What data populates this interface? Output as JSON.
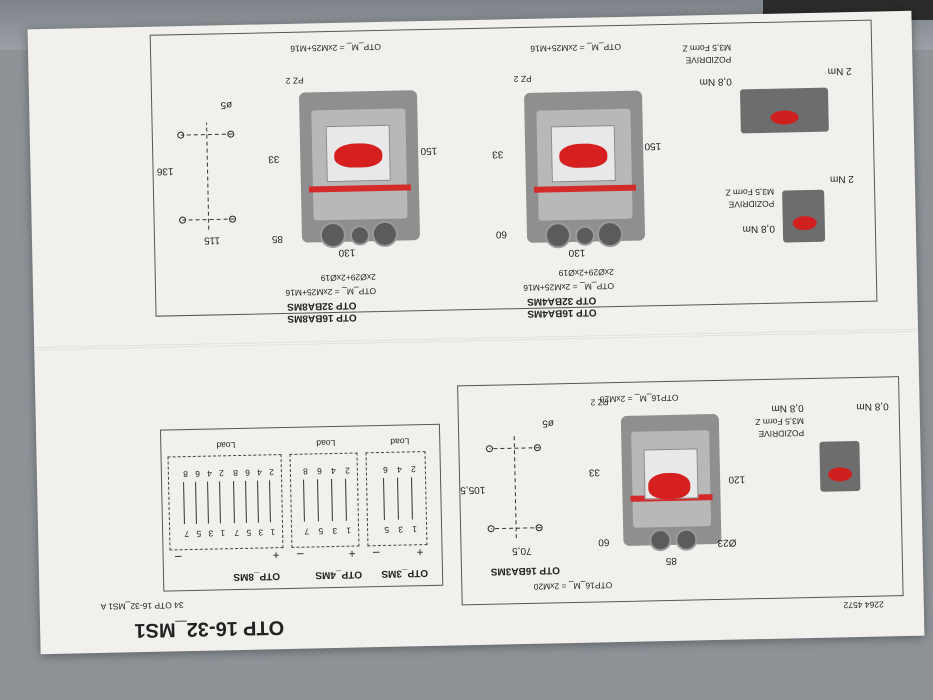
{
  "header": {
    "title": "OTP 16-32_MS1",
    "subtitle": "34 OTP 16-32_MS1 A",
    "doc_number": "2264 4572"
  },
  "section_16ba3ms": {
    "label": "OTP 16BA3MS",
    "cable_top": "OTP16_M_ = 2xM20",
    "cable_bottom": "OTP16_M_ = 2xM20",
    "tool_pz": "PZ 2",
    "hole_d": "ø5",
    "dim_120": "120",
    "dim_105_5": "105,5",
    "dim_70_5": "70,5",
    "dim_33": "33",
    "dim_60": "60",
    "dim_85": "85",
    "dim_o23": "Ø23",
    "torque_1": "0,8 Nm",
    "torque_2": "0,8 Nm",
    "pozidrive": [
      "POZIDRIVE",
      "M3,5  Form Z"
    ]
  },
  "section_wiring": {
    "labels": [
      "OTP_3MS",
      "OTP_4MS",
      "OTP_8MS"
    ],
    "load": "Load",
    "plus": "+",
    "minus": "–",
    "terminals_3ms": [
      "1",
      "3",
      "5",
      "2",
      "4",
      "6"
    ],
    "terminals_4ms": [
      "1",
      "3",
      "5",
      "7",
      "2",
      "4",
      "6",
      "8"
    ],
    "terminals_8ms": [
      "1",
      "3",
      "5",
      "7",
      "1",
      "3",
      "5",
      "7",
      "2",
      "4",
      "6",
      "8",
      "2",
      "4",
      "6",
      "8"
    ]
  },
  "section_16_32ba4ms": {
    "label_a": "OTP 16BA4MS",
    "label_b": "OTP 32BA4MS",
    "cable_top": "OTP_M_ = 2xM25+M16",
    "cable_bottom_a": "OTP_M_ = 2xM25+M16",
    "cable_bottom_b": "2xØ29+2xØ19",
    "tool_pz": "PZ 2",
    "dim_150": "150",
    "dim_130": "130",
    "dim_60": "60",
    "dim_33": "33",
    "torque_1": "0,8 Nm",
    "torque_2": "2 Nm",
    "torque_3": "0,8 Nm",
    "torque_4": "2 Nm",
    "pozidrive": [
      "POZIDRIVE",
      "M3,5  Form Z"
    ]
  },
  "section_16_32ba8ms": {
    "label_a": "OTP 16BA8MS",
    "label_b": "OTP 32BA8MS",
    "cable_top": "OTP_M_ = 2xM25+M16",
    "cable_bottom_a": "OTP_M_ = 2xM25+M16",
    "cable_bottom_b": "2xØ29+2xØ19",
    "tool_pz": "PZ 2",
    "hole_d": "ø5",
    "dim_150": "150",
    "dim_130": "130",
    "dim_85": "85",
    "dim_33": "33",
    "dim_136": "136",
    "dim_115": "115"
  },
  "colors": {
    "paper": "#f1f0ec",
    "switch_red": "#d62020",
    "housing_grey": "#8f8f8f"
  }
}
